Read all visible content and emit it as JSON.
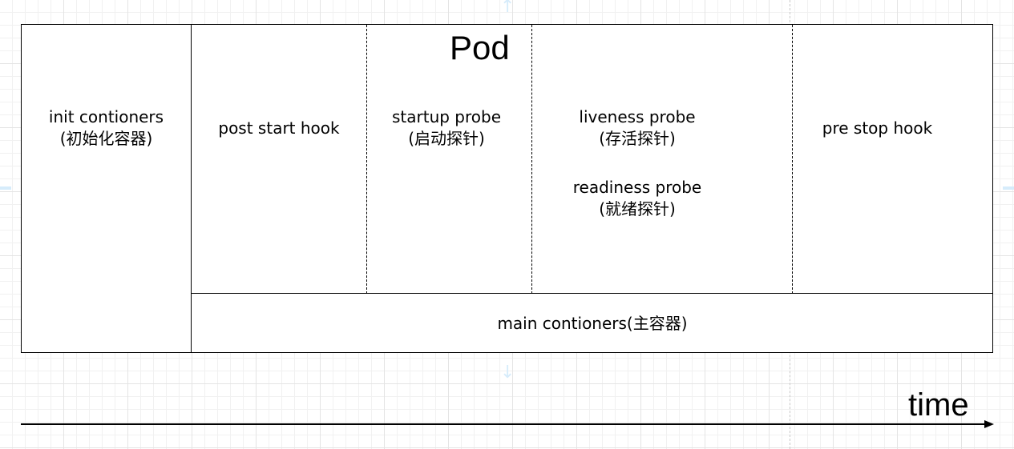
{
  "diagram": {
    "title": "Pod",
    "init_containers": {
      "line1": "init contioners",
      "line2": "(初始化容器)"
    },
    "post_start_hook": "post start hook",
    "startup_probe": {
      "line1": "startup probe",
      "line2": "(启动探针)"
    },
    "liveness_probe": {
      "line1": "liveness probe",
      "line2": "(存活探针)"
    },
    "readiness_probe": {
      "line1": "readiness probe",
      "line2": "(就绪探针)"
    },
    "pre_stop_hook": "pre stop hook",
    "main_containers": "main contioners(主容器)",
    "time_axis_label": "time"
  },
  "colors": {
    "canvas_background": "#ffffff",
    "grid_line": "#e4e4e4",
    "box_border": "#000000",
    "guide_hint": "#d6ecfb"
  }
}
